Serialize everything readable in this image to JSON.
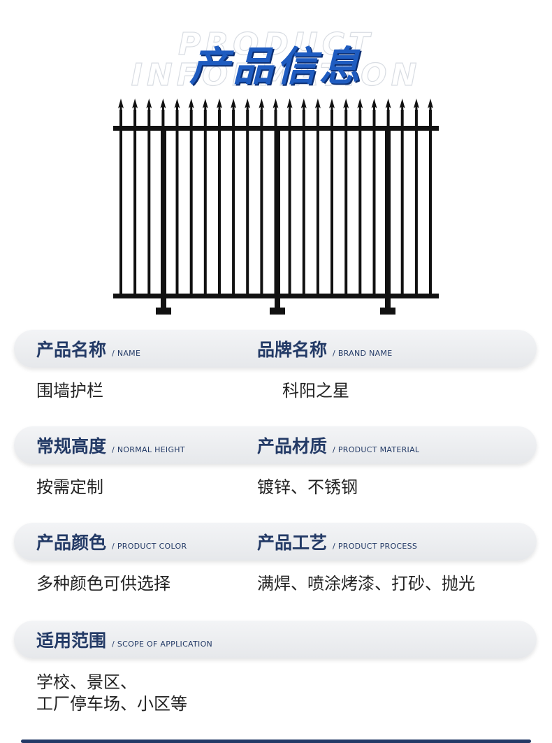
{
  "header": {
    "watermark_line1": "PRODUCT",
    "watermark_line2": "INFORMATION",
    "title": "产品信息"
  },
  "sections": {
    "name": {
      "label_cn": "产品名称",
      "label_en": "/ NAME",
      "value": "围墙护栏"
    },
    "brand": {
      "label_cn": "品牌名称",
      "label_en": "/ BRAND NAME",
      "value": "科阳之星"
    },
    "height": {
      "label_cn": "常规高度",
      "label_en": "/ NORMAL HEIGHT",
      "value": "按需定制"
    },
    "material": {
      "label_cn": "产品材质",
      "label_en": "/ PRODUCT MATERIAL",
      "value": "镀锌、不锈钢"
    },
    "color": {
      "label_cn": "产品颜色",
      "label_en": "/ PRODUCT COLOR",
      "value": "多种颜色可供选择"
    },
    "process": {
      "label_cn": "产品工艺",
      "label_en": "/ PRODUCT PROCESS",
      "value": "满焊、喷涂烤漆、打砂、抛光"
    },
    "scope": {
      "label_cn": "适用范围",
      "label_en": "/ SCOPE OF APPLICATION",
      "value_line1": "学校、景区、",
      "value_line2": "工厂停车场、小区等"
    }
  },
  "colors": {
    "label": "#233a66",
    "title": "#1f5cc0",
    "fence": "#111111"
  },
  "image": {
    "icon": "iron-fence-panel"
  }
}
